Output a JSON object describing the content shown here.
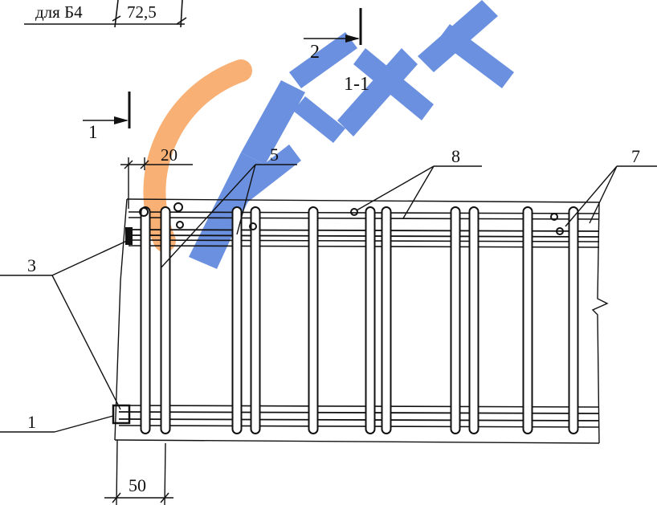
{
  "header": {
    "for_label": "для Б4",
    "dim_value": "72,5"
  },
  "section": {
    "marker_top": "2",
    "title": "1-1",
    "marker_left": "1"
  },
  "dimensions": {
    "top_offset": "20",
    "bottom_offset": "50"
  },
  "callouts": {
    "item_3": "3",
    "item_1": "1",
    "item_5": "5",
    "item_8": "8",
    "item_7": "7"
  },
  "colors": {
    "ink": "#111111",
    "watermark_orange": "#f7a35c",
    "watermark_blue": "#3f6fd6"
  }
}
